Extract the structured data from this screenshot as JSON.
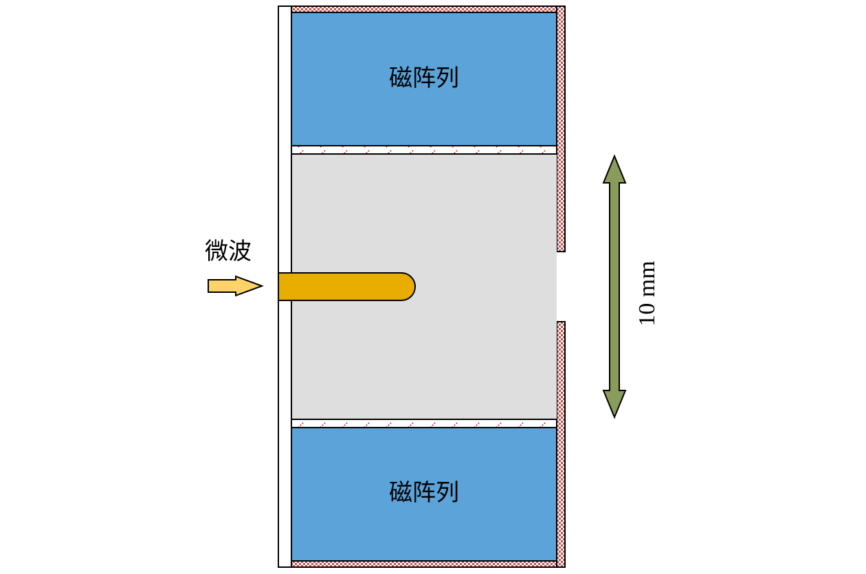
{
  "labels": {
    "magnet_top": "磁阵列",
    "magnet_bottom": "磁阵列",
    "microwave": "微波",
    "dimension": "10 mm"
  },
  "colors": {
    "magnet": "#5ba3d8",
    "cavity": "#dedede",
    "antenna": "#e9ad00",
    "input_arrow": "#ffd36a",
    "dimension_arrow": "#8a9c5c",
    "hatch_red": "#c0504d"
  }
}
